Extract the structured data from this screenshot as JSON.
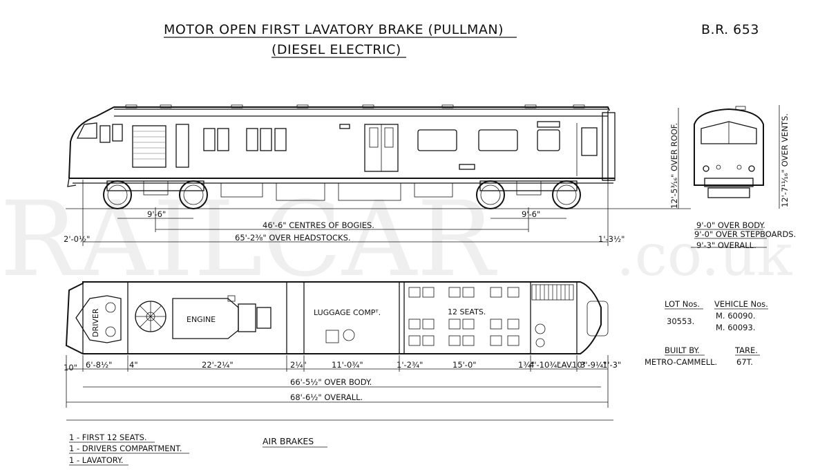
{
  "title": {
    "line1": "MOTOR OPEN FIRST LAVATORY BRAKE (PULLMAN)",
    "line2": "(DIESEL ELECTRIC)",
    "diagram_no": "B.R. 653"
  },
  "watermark": {
    "main": "RAILCAR",
    "suffix": ".co.uk"
  },
  "side_elevation": {
    "bogie_wheelbase_left": "9'-6\"",
    "bogie_wheelbase_right": "9'-6\"",
    "bogie_centres": "46'-6\" CENTRES OF BOGIES.",
    "over_headstocks": "65'-2⅜\" OVER HEADSTOCKS.",
    "overhang_left": "2'-0½\"",
    "overhang_right": "1'-3½\""
  },
  "end_elevation": {
    "over_roof": "12'-5³⁄₁₆\" OVER ROOF.",
    "over_vents": "12'-7¹¹⁄₁₆\" OVER VENTS.",
    "over_body": "9'-0\" OVER BODY.",
    "over_stepboards": "9'-0\" OVER STEPBOARDS.",
    "overall": "9'-3\" OVERALL."
  },
  "plan": {
    "driver": "DRIVER",
    "engine": "ENGINE",
    "luggage": "LUGGAGE COMPᵀ.",
    "seats": "12 SEATS.",
    "dims": {
      "d1": "10\"",
      "d2": "6'-8½\"",
      "d3": "4\"",
      "d4": "22'-2¼\"",
      "d5": "2¼\"",
      "d6": "11'-0¾\"",
      "d7": "1'-2¾\"",
      "d8": "15'-0\"",
      "d9": "1¾\"",
      "d10": "4'-10¾\"",
      "d11": "LAV.",
      "d12": "10\"",
      "d13": "3'-9¼\"",
      "d14": "1'-3\""
    },
    "over_body": "66'-5½\" OVER BODY.",
    "overall": "68'-6½\" OVERALL."
  },
  "info": {
    "lot_heading": "LOT Nos.",
    "lot_value": "30553.",
    "vehicle_heading": "VEHICLE Nos.",
    "vehicle_1": "M. 60090.",
    "vehicle_2": "M. 60093.",
    "built_heading": "BUILT BY.",
    "built_value": "METRO-CAMMELL.",
    "tare_heading": "TARE.",
    "tare_value": "67T."
  },
  "notes": [
    "1 - FIRST 12 SEATS.",
    "1 - DRIVERS COMPARTMENT.",
    "1 - LAVATORY."
  ],
  "brakes": "AIR BRAKES"
}
